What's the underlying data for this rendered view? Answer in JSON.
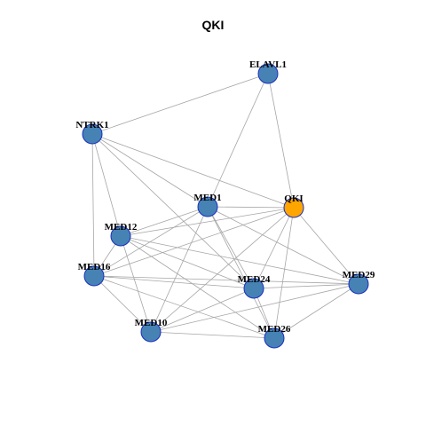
{
  "title": "QKI",
  "colors": {
    "node_fill": "#4682B4",
    "node_stroke": "#1a2fbf",
    "focus_fill": "#FFA500",
    "edge": "#a6a6a6"
  },
  "nodes": [
    {
      "id": "ELAVL1",
      "label": "ELAVL1",
      "focus": false
    },
    {
      "id": "NTRK1",
      "label": "NTRK1",
      "focus": false
    },
    {
      "id": "MED1",
      "label": "MED1",
      "focus": false
    },
    {
      "id": "QKI",
      "label": "QKI",
      "focus": true
    },
    {
      "id": "MED12",
      "label": "MED12",
      "focus": false
    },
    {
      "id": "MED16",
      "label": "MED16",
      "focus": false
    },
    {
      "id": "MED24",
      "label": "MED24",
      "focus": false
    },
    {
      "id": "MED29",
      "label": "MED29",
      "focus": false
    },
    {
      "id": "MED10",
      "label": "MED10",
      "focus": false
    },
    {
      "id": "MED26",
      "label": "MED26",
      "focus": false
    }
  ],
  "edges": [
    [
      "ELAVL1",
      "NTRK1"
    ],
    [
      "ELAVL1",
      "MED1"
    ],
    [
      "ELAVL1",
      "QKI"
    ],
    [
      "NTRK1",
      "MED1"
    ],
    [
      "NTRK1",
      "QKI"
    ],
    [
      "NTRK1",
      "MED12"
    ],
    [
      "NTRK1",
      "MED16"
    ],
    [
      "NTRK1",
      "MED24"
    ],
    [
      "MED1",
      "QKI"
    ],
    [
      "MED1",
      "MED12"
    ],
    [
      "MED1",
      "MED16"
    ],
    [
      "MED1",
      "MED24"
    ],
    [
      "MED1",
      "MED29"
    ],
    [
      "MED1",
      "MED10"
    ],
    [
      "MED1",
      "MED26"
    ],
    [
      "QKI",
      "MED12"
    ],
    [
      "QKI",
      "MED16"
    ],
    [
      "QKI",
      "MED24"
    ],
    [
      "QKI",
      "MED29"
    ],
    [
      "QKI",
      "MED10"
    ],
    [
      "QKI",
      "MED26"
    ],
    [
      "MED12",
      "MED16"
    ],
    [
      "MED12",
      "MED24"
    ],
    [
      "MED12",
      "MED29"
    ],
    [
      "MED12",
      "MED10"
    ],
    [
      "MED12",
      "MED26"
    ],
    [
      "MED16",
      "MED24"
    ],
    [
      "MED16",
      "MED29"
    ],
    [
      "MED16",
      "MED10"
    ],
    [
      "MED16",
      "MED26"
    ],
    [
      "MED24",
      "MED29"
    ],
    [
      "MED24",
      "MED10"
    ],
    [
      "MED24",
      "MED26"
    ],
    [
      "MED29",
      "MED10"
    ],
    [
      "MED29",
      "MED26"
    ],
    [
      "MED10",
      "MED26"
    ]
  ]
}
